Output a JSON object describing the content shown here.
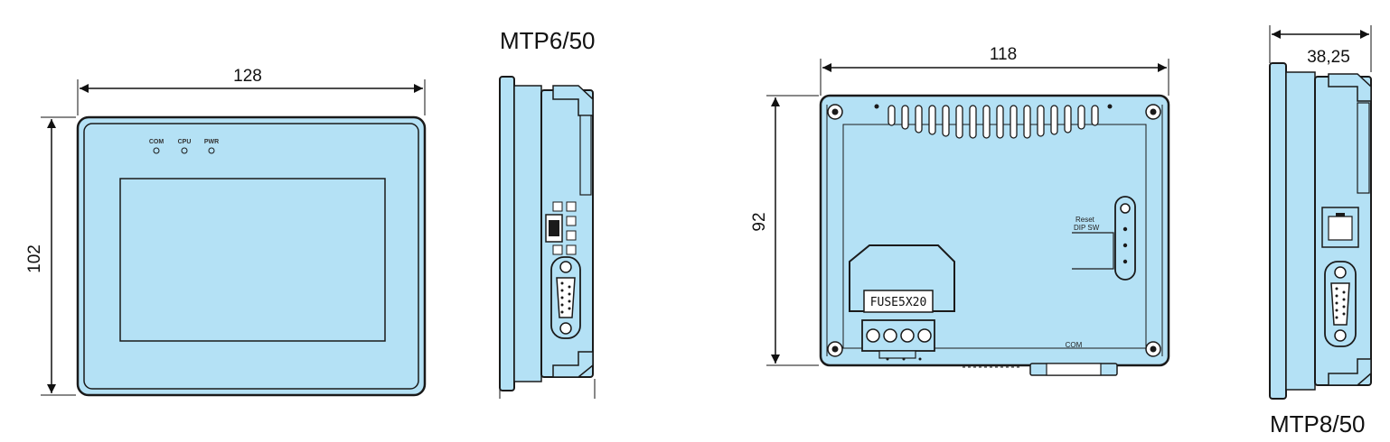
{
  "models": {
    "left": "MTP6/50",
    "right": "MTP8/50"
  },
  "dimensions": {
    "front_width": "128",
    "front_height": "102",
    "rear_width": "118",
    "rear_height": "92",
    "depth": "38,25"
  },
  "front_panel": {
    "led_labels": [
      "COM",
      "CPU",
      "PWR"
    ]
  },
  "rear_panel": {
    "fuse_label": "FUSE5X20",
    "reset_label": "Reset",
    "dip_label": "DIP SW",
    "com_label": "COM"
  },
  "colors": {
    "panel_fill": "#b4e1f5",
    "outline": "#1a1a1a",
    "screen_fill": "#b4e1f5"
  }
}
